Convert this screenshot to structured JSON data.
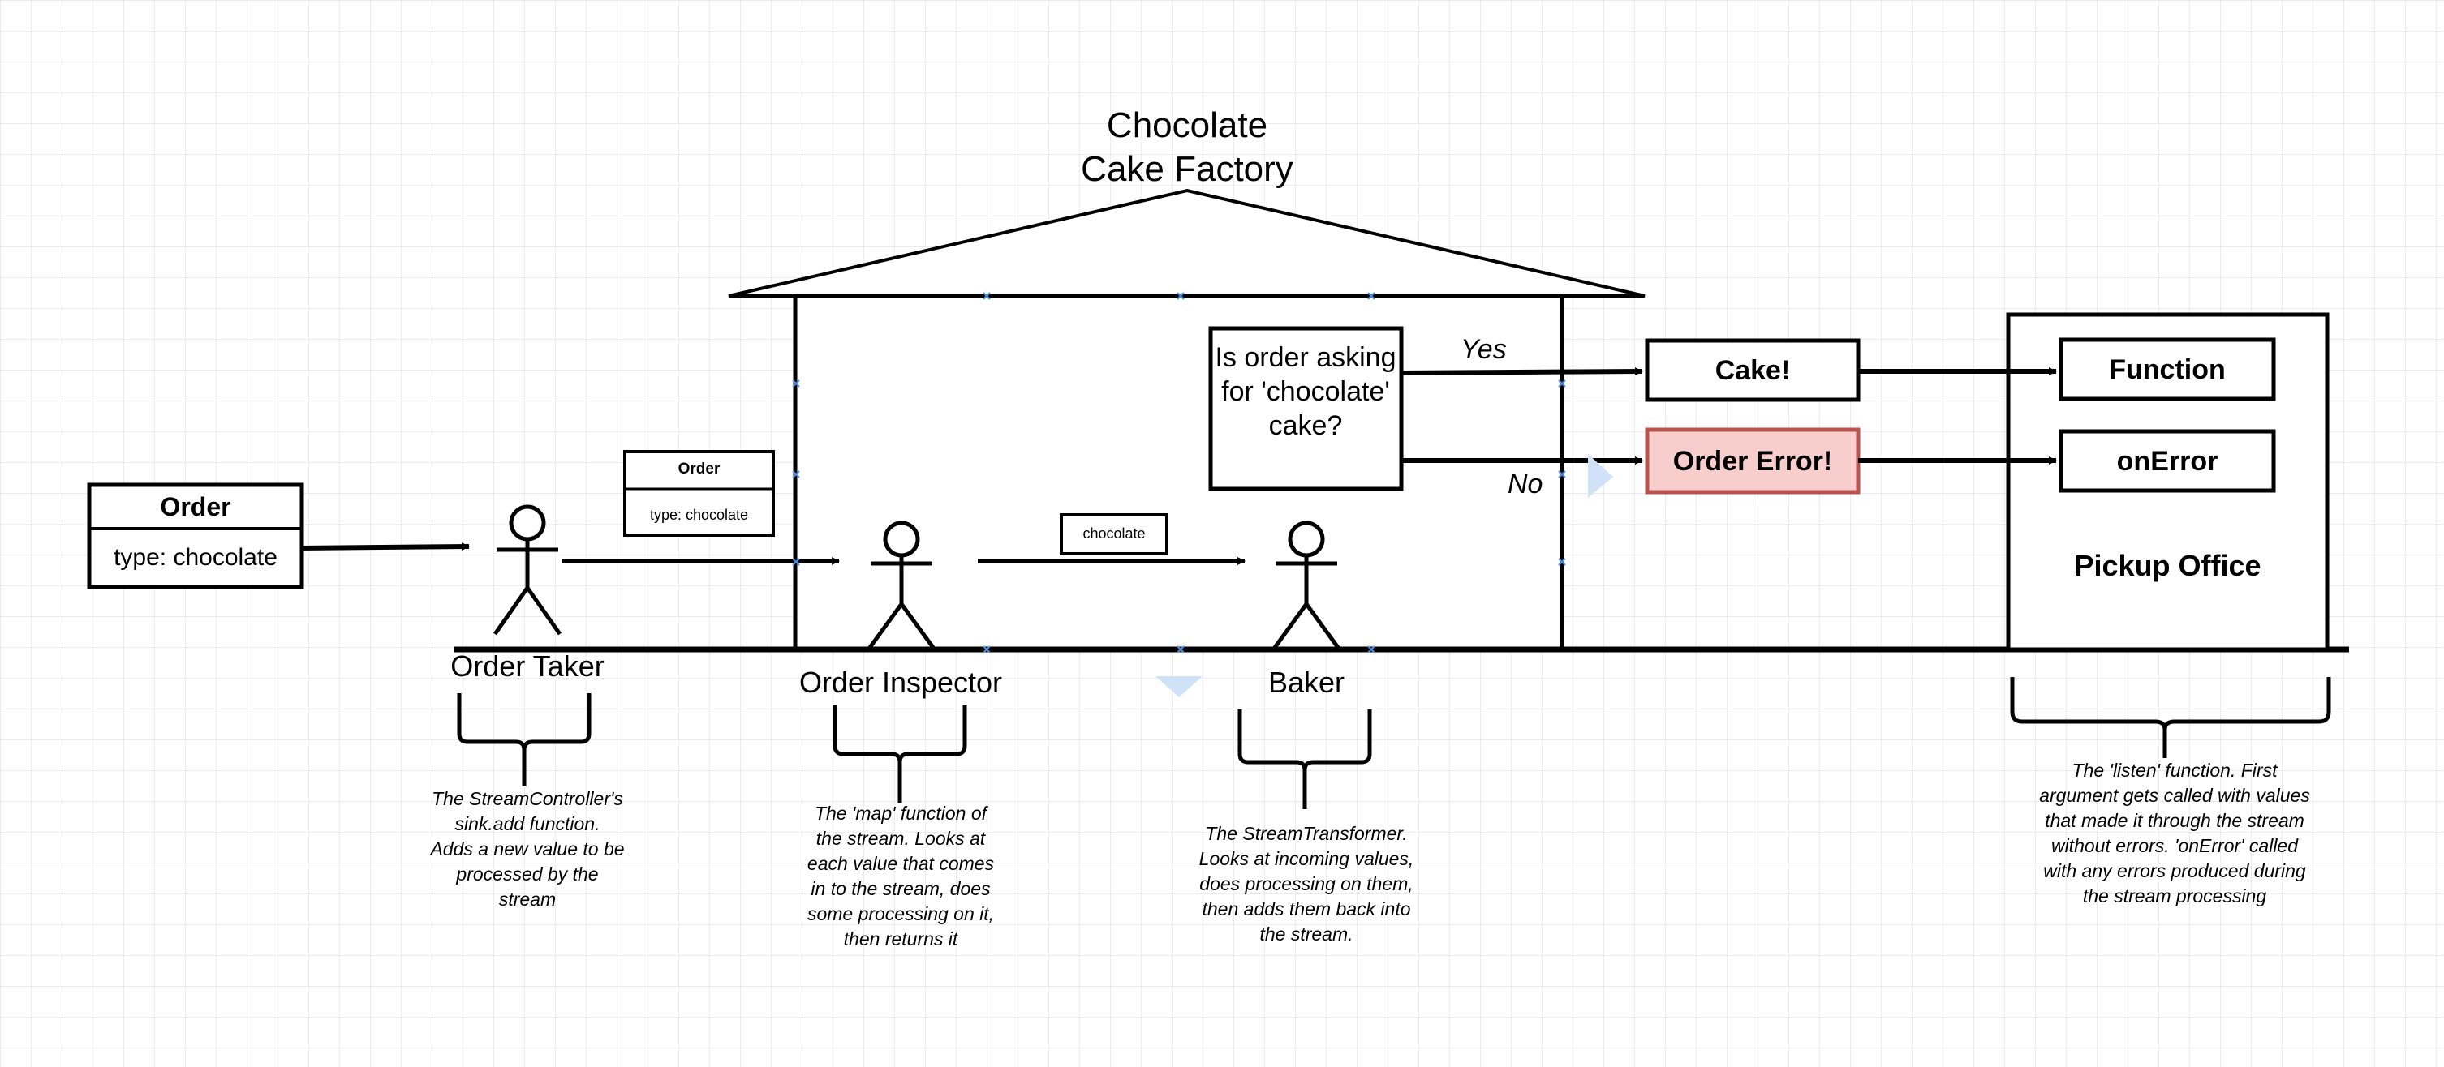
{
  "factory": {
    "title": "Chocolate\nCake Factory"
  },
  "order_card": {
    "title": "Order",
    "field": "type: chocolate"
  },
  "small_order_card": {
    "title": "Order",
    "field": "type: chocolate"
  },
  "value_tag": "chocolate",
  "actors": [
    {
      "name": "Order Taker",
      "note": "The StreamController's\nsink.add function.\nAdds a new value to be\nprocessed by the\nstream"
    },
    {
      "name": "Order Inspector",
      "note": "The 'map' function of\nthe stream.  Looks at\neach value that comes\nin to the stream, does\nsome processing on it,\nthen returns it"
    },
    {
      "name": "Baker",
      "note": "The StreamTransformer.\nLooks at incoming values,\ndoes processing on them,\nthen adds them back into\nthe stream."
    }
  ],
  "decision": {
    "question": "Is order asking for 'chocolate' cake?",
    "yes": "Yes",
    "no": "No"
  },
  "outputs": {
    "success": "Cake!",
    "error": "Order Error!"
  },
  "pickup_office": {
    "title": "Pickup Office",
    "function_label": "Function",
    "error_label": "onError",
    "note": "The 'listen' function.  First\nargument gets called with values\nthat made it through the stream\nwithout errors.  'onError' called\nwith any errors produced during\nthe stream processing"
  },
  "colors": {
    "line": "#000000",
    "error_fill": "#f8cecc",
    "error_stroke": "#b85450",
    "selection_handle": "#4a90e2",
    "grid": "#ececec"
  }
}
